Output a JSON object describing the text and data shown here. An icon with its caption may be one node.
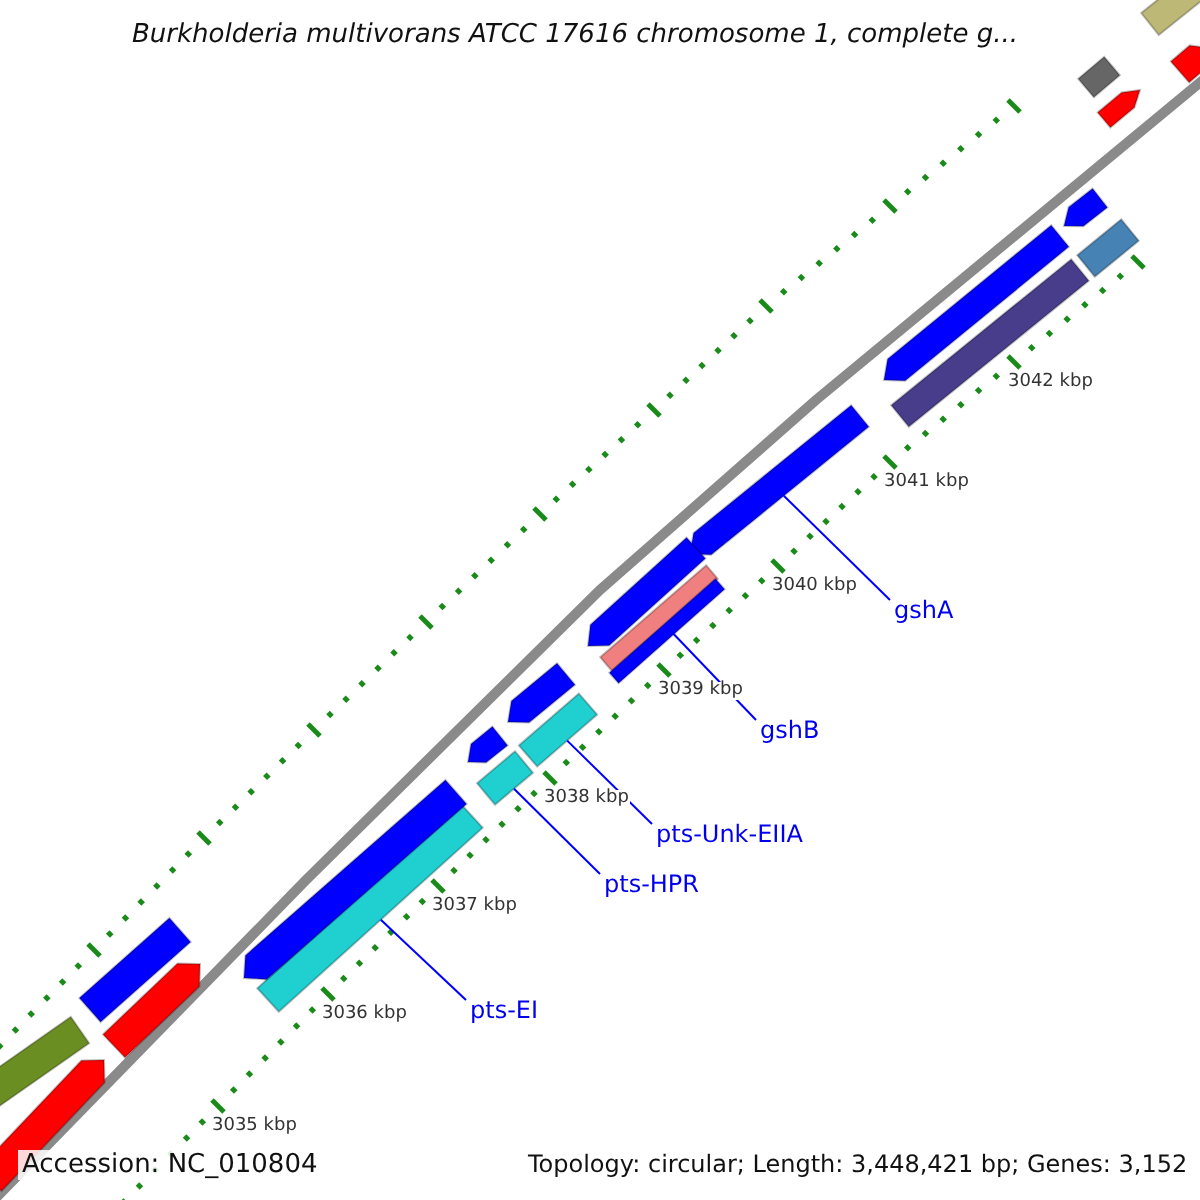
{
  "diagram": {
    "title": "Burkholderia multivorans ATCC 17616 chromosome 1, complete g...",
    "nodes": [
      {
        "text": [
          "gshA"
        ]
      },
      {
        "text": [
          "gshB"
        ]
      },
      {
        "text": [
          "pts-Unk-EIIA"
        ]
      },
      {
        "text": [
          "pts-HPR"
        ]
      },
      {
        "text": [
          "pts-EI"
        ]
      },
      {
        "text": [],
        "shape": "bar"
      },
      {
        "text": [],
        "shape": "bar"
      },
      {
        "text": [],
        "shape": "bar"
      },
      {
        "text": [],
        "shape": "bar"
      },
      {
        "text": [],
        "shape": "bar"
      },
      {
        "text": [],
        "shape": "bar"
      },
      {
        "text": [],
        "shape": "bar"
      },
      {
        "text": [],
        "shape": "bar"
      },
      {
        "text": [],
        "shape": "bar"
      },
      {
        "text": [],
        "shape": "bar"
      },
      {
        "text": [],
        "shape": "bar"
      },
      {
        "text": [],
        "shape": "bar"
      },
      {
        "text": [],
        "shape": "bar"
      },
      {
        "text": [],
        "shape": "bar"
      },
      {
        "text": [],
        "shape": "bar"
      },
      {
        "text": [],
        "shape": "bar"
      },
      {
        "text": [],
        "shape": "bar"
      },
      {
        "text": [],
        "shape": "bar"
      },
      {
        "text": [],
        "shape": "bar"
      },
      {
        "text": [],
        "shape": "bar"
      },
      {
        "text": [],
        "shape": "bar"
      },
      {
        "text": [],
        "shape": "bar"
      }
    ],
    "edges": [
      {
        "from": 0,
        "to": 5,
        "arrow": "none"
      },
      {
        "from": 1,
        "to": 6,
        "arrow": "none"
      },
      {
        "from": 2,
        "to": 7,
        "arrow": "none"
      },
      {
        "from": 3,
        "to": 8,
        "arrow": "none"
      },
      {
        "from": 4,
        "to": 9,
        "arrow": "none"
      }
    ],
    "labels": [
      "3042 kbp",
      "3041 kbp",
      "3040 kbp",
      "3039 kbp",
      "3038 kbp",
      "3037 kbp",
      "3036 kbp",
      "3035 kbp",
      "Accession: NC_010804",
      "Topology: circular; Length: 3,448,421 bp; Genes: 3,152"
    ]
  }
}
